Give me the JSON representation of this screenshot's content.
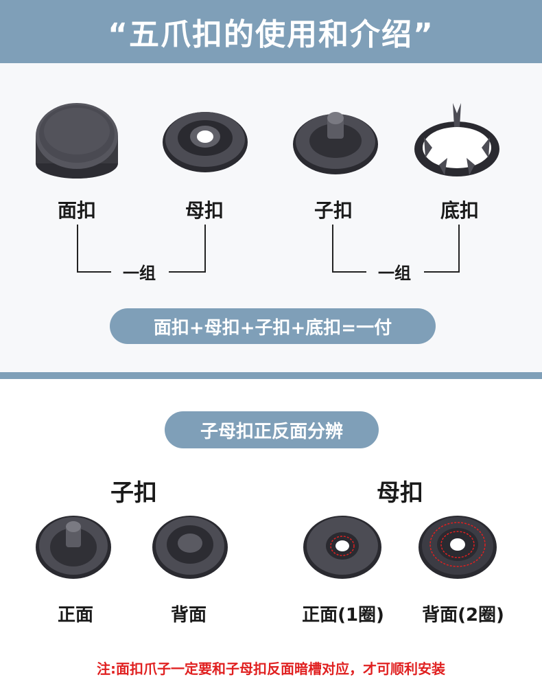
{
  "title": "“五爪扣的使用和介绍”",
  "parts": [
    {
      "label": "面扣",
      "icon": "cap-button-icon"
    },
    {
      "label": "母扣",
      "icon": "socket-button-icon"
    },
    {
      "label": "子扣",
      "icon": "stud-button-icon"
    },
    {
      "label": "底扣",
      "icon": "prong-ring-icon"
    }
  ],
  "group_labels": [
    "一组",
    "一组"
  ],
  "formula": "面扣+母扣+子扣+底扣=一付",
  "section2_title": "子母扣正反面分辨",
  "sides": [
    {
      "title": "子扣",
      "views": [
        {
          "caption": "正面"
        },
        {
          "caption": "背面"
        }
      ]
    },
    {
      "title": "母扣",
      "views": [
        {
          "caption": "正面(1圈)"
        },
        {
          "caption": "背面(2圈)"
        }
      ]
    }
  ],
  "note": "注:面扣爪子一定要和子母扣反面暗槽对应，才可顺利安装",
  "colors": {
    "accent": "#7f9fb8",
    "metal": "#3a3a3f",
    "note": "#e02020"
  }
}
